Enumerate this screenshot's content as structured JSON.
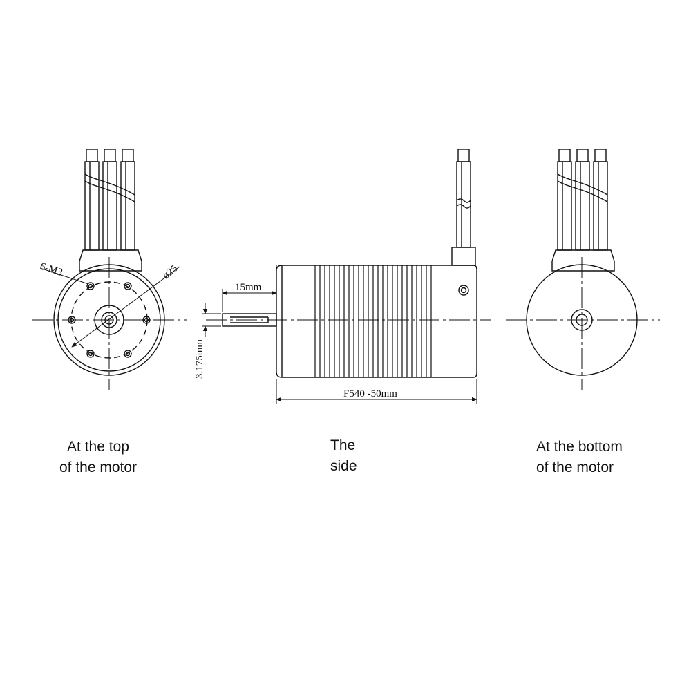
{
  "views": {
    "top": {
      "caption_line1": "At the top",
      "caption_line2": "of the motor",
      "hole_label": "6-M3",
      "diameter_label": "ø25"
    },
    "side": {
      "caption_line1": "The",
      "caption_line2": "side",
      "shaft_length_label": "15mm",
      "shaft_diameter_label": "3.175mm",
      "body_length_label": "F540 -50mm"
    },
    "bottom": {
      "caption_line1": "At the bottom",
      "caption_line2": "of the motor"
    }
  }
}
